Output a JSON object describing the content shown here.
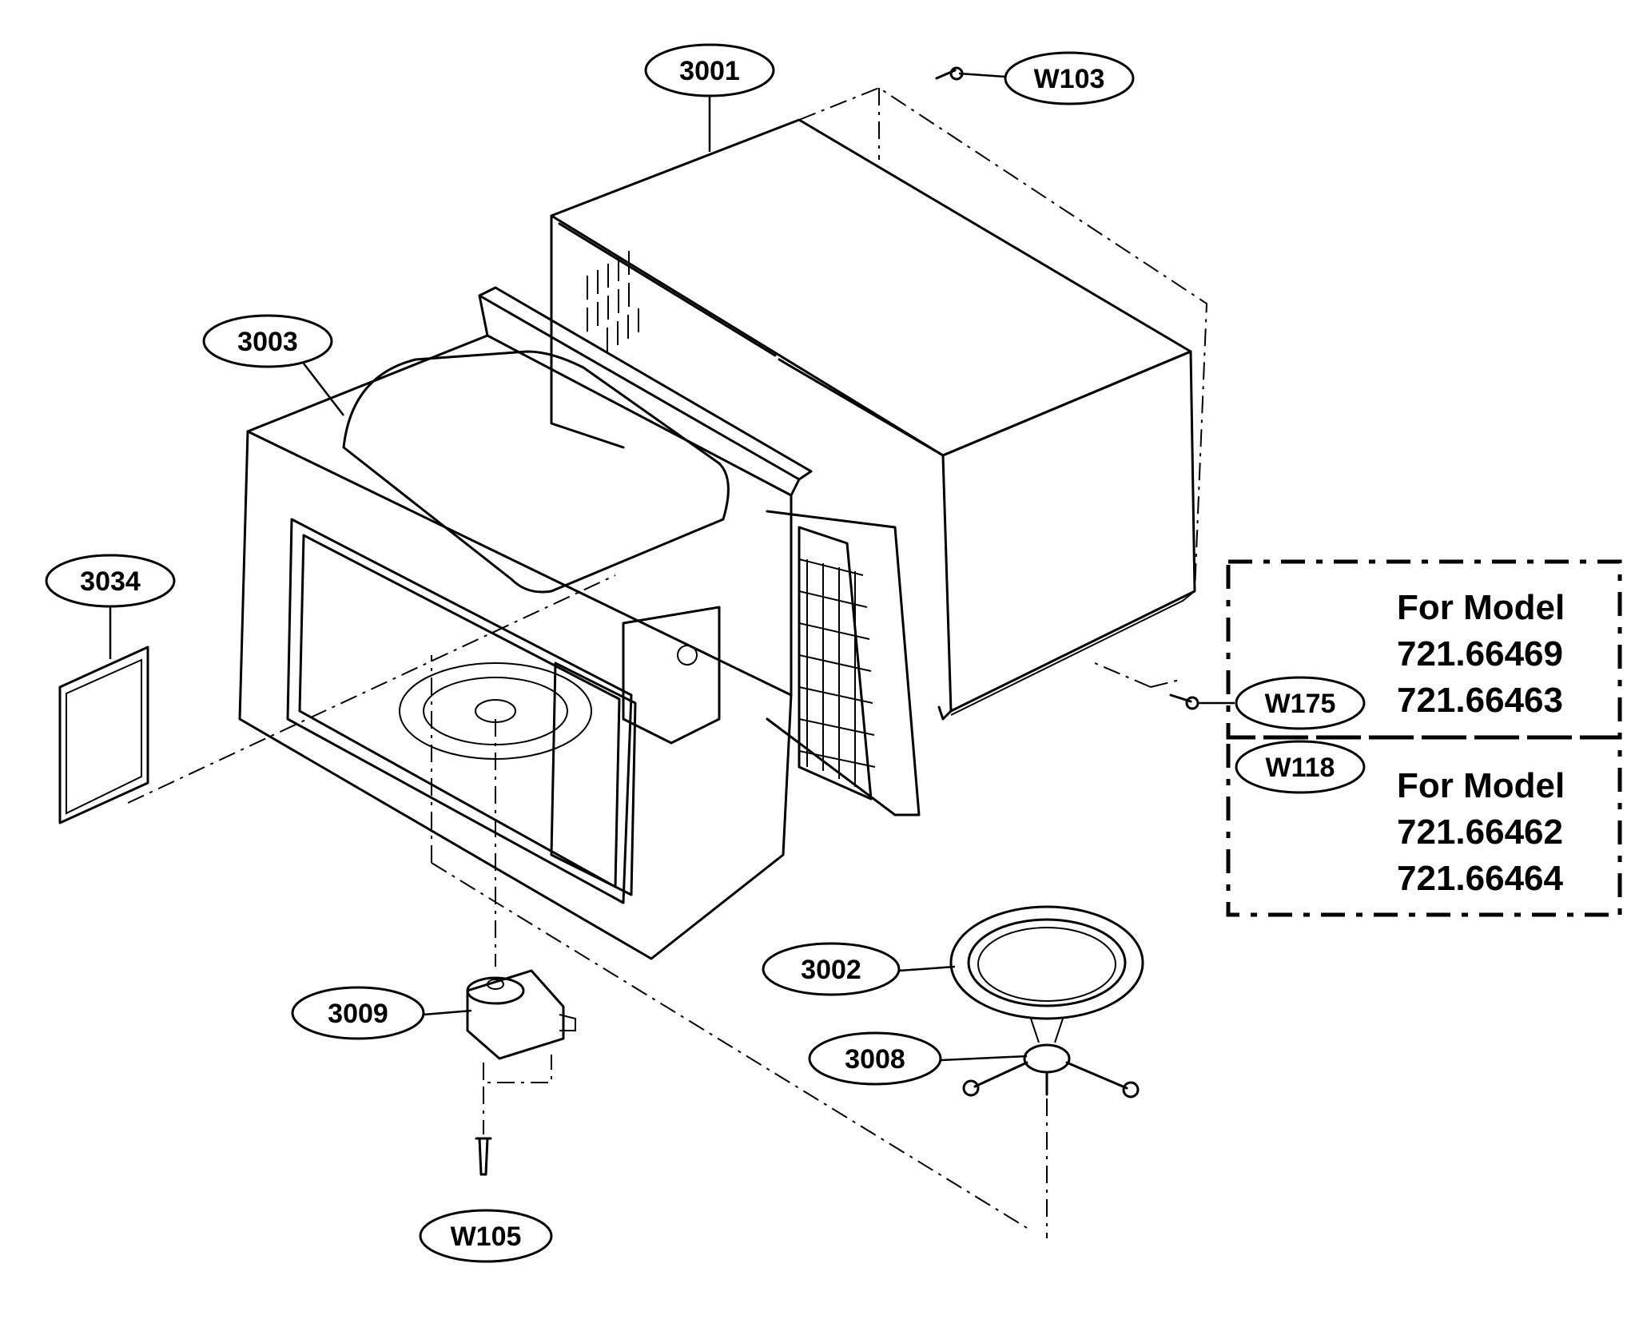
{
  "callouts": {
    "c3001": "3001",
    "c3003": "3003",
    "c3034": "3034",
    "c3009": "3009",
    "c3002": "3002",
    "c3008": "3008",
    "cW103": "W103",
    "cW175": "W175",
    "cW118": "W118",
    "cW105": "W105"
  },
  "model_box_1": {
    "heading": "For Model",
    "models": [
      "721.66469",
      "721.66463"
    ]
  },
  "model_box_2": {
    "heading": "For Model",
    "models": [
      "721.66462",
      "721.66464"
    ]
  }
}
